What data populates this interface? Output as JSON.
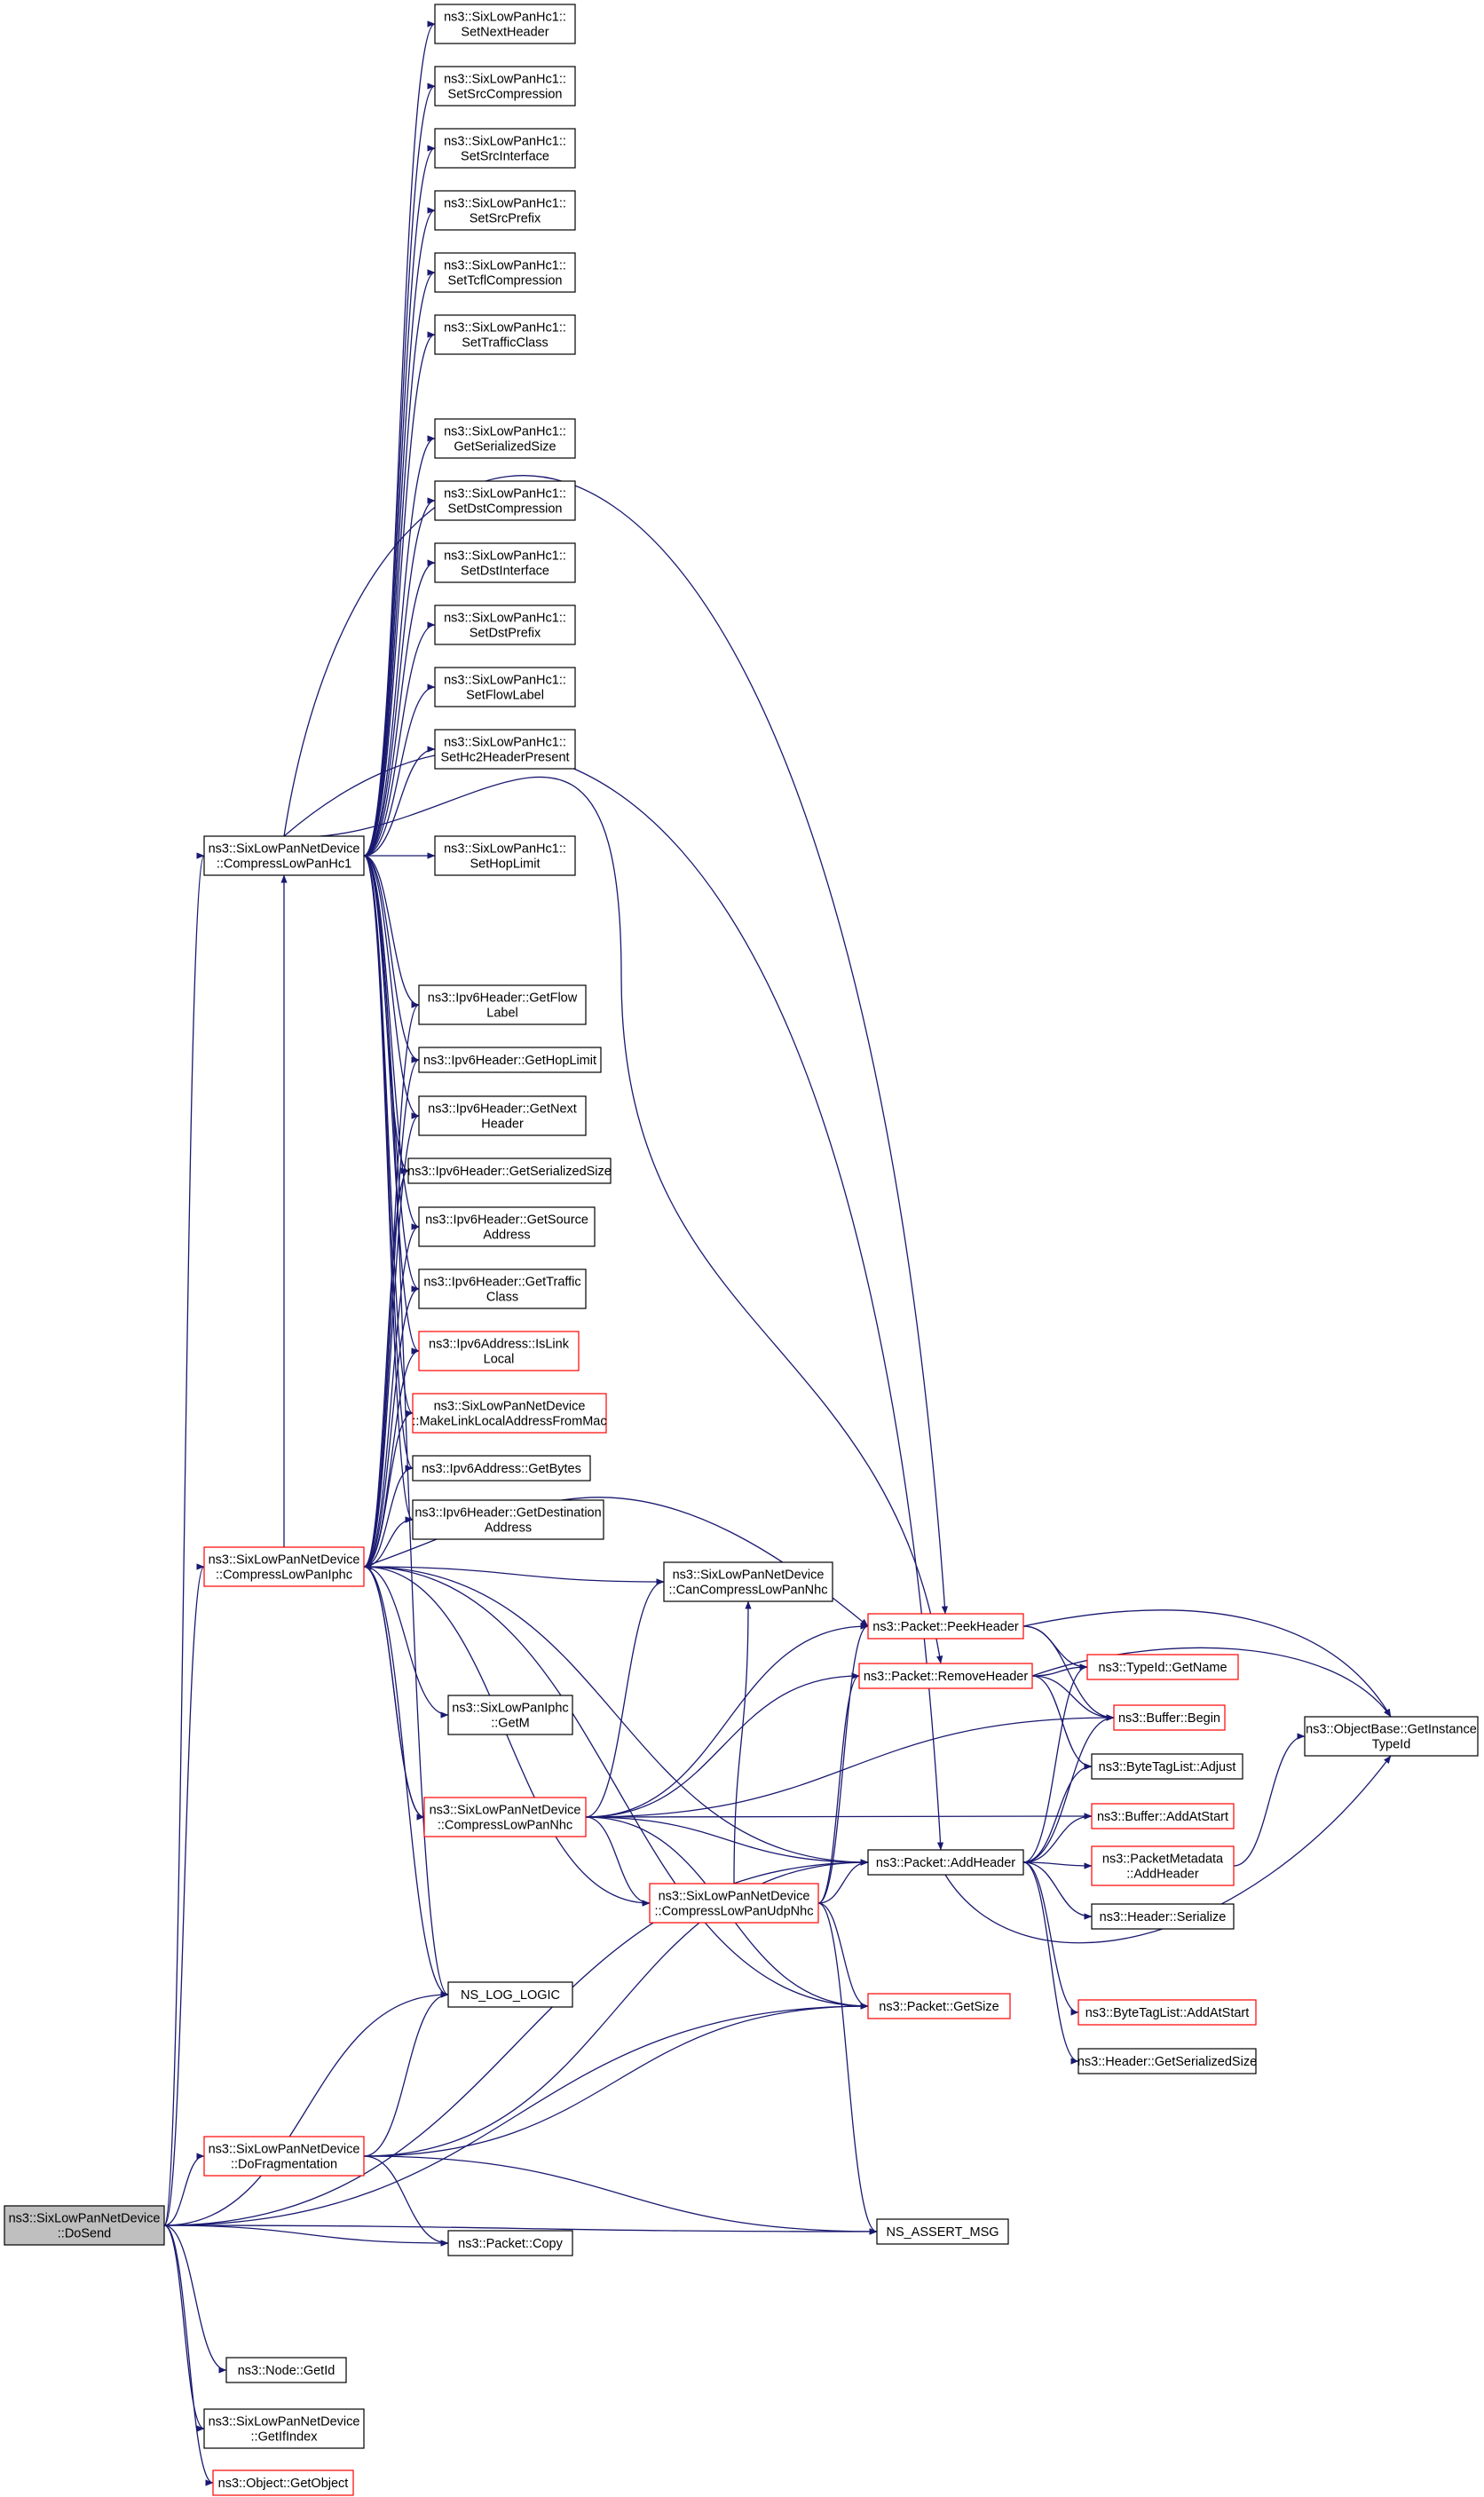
{
  "colors": {
    "edge": "#191970",
    "box_border": "#000000",
    "highlight_border": "#ff0000",
    "root_fill": "#bfbfbf",
    "box_fill": "#ffffff"
  },
  "nodes": [
    {
      "id": "dosend",
      "lines": [
        "ns3::SixLowPanNetDevice",
        "::DoSend"
      ],
      "style": "root"
    },
    {
      "id": "hc1",
      "lines": [
        "ns3::SixLowPanNetDevice",
        "::CompressLowPanHc1"
      ],
      "style": "normal"
    },
    {
      "id": "iphc",
      "lines": [
        "ns3::SixLowPanNetDevice",
        "::CompressLowPanIphc"
      ],
      "style": "red"
    },
    {
      "id": "nhc",
      "lines": [
        "ns3::SixLowPanNetDevice",
        "::CompressLowPanNhc"
      ],
      "style": "red"
    },
    {
      "id": "udpnhc",
      "lines": [
        "ns3::SixLowPanNetDevice",
        "::CompressLowPanUdpNhc"
      ],
      "style": "red"
    },
    {
      "id": "dofrag",
      "lines": [
        "ns3::SixLowPanNetDevice",
        "::DoFragmentation"
      ],
      "style": "red"
    },
    {
      "id": "getid",
      "lines": [
        "ns3::Node::GetId"
      ],
      "style": "normal"
    },
    {
      "id": "getifindex",
      "lines": [
        "ns3::SixLowPanNetDevice",
        "::GetIfIndex"
      ],
      "style": "normal"
    },
    {
      "id": "getobject",
      "lines": [
        "ns3::Object::GetObject"
      ],
      "style": "red"
    },
    {
      "id": "setnext",
      "lines": [
        "ns3::SixLowPanHc1::",
        "SetNextHeader"
      ],
      "style": "normal"
    },
    {
      "id": "setsrccomp",
      "lines": [
        "ns3::SixLowPanHc1::",
        "SetSrcCompression"
      ],
      "style": "normal"
    },
    {
      "id": "setsrcif",
      "lines": [
        "ns3::SixLowPanHc1::",
        "SetSrcInterface"
      ],
      "style": "normal"
    },
    {
      "id": "setsrcpre",
      "lines": [
        "ns3::SixLowPanHc1::",
        "SetSrcPrefix"
      ],
      "style": "normal"
    },
    {
      "id": "settcfl",
      "lines": [
        "ns3::SixLowPanHc1::",
        "SetTcflCompression"
      ],
      "style": "normal"
    },
    {
      "id": "settc",
      "lines": [
        "ns3::SixLowPanHc1::",
        "SetTrafficClass"
      ],
      "style": "normal"
    },
    {
      "id": "getserhc1",
      "lines": [
        "ns3::SixLowPanHc1::",
        "GetSerializedSize"
      ],
      "style": "normal"
    },
    {
      "id": "setdstcomp",
      "lines": [
        "ns3::SixLowPanHc1::",
        "SetDstCompression"
      ],
      "style": "normal"
    },
    {
      "id": "setdstif",
      "lines": [
        "ns3::SixLowPanHc1::",
        "SetDstInterface"
      ],
      "style": "normal"
    },
    {
      "id": "setdstpre",
      "lines": [
        "ns3::SixLowPanHc1::",
        "SetDstPrefix"
      ],
      "style": "normal"
    },
    {
      "id": "setflow",
      "lines": [
        "ns3::SixLowPanHc1::",
        "SetFlowLabel"
      ],
      "style": "normal"
    },
    {
      "id": "sethc2",
      "lines": [
        "ns3::SixLowPanHc1::",
        "SetHc2HeaderPresent"
      ],
      "style": "normal"
    },
    {
      "id": "sethop",
      "lines": [
        "ns3::SixLowPanHc1::",
        "SetHopLimit"
      ],
      "style": "normal"
    },
    {
      "id": "getflow",
      "lines": [
        "ns3::Ipv6Header::GetFlow",
        "Label"
      ],
      "style": "normal"
    },
    {
      "id": "gethop",
      "lines": [
        "ns3::Ipv6Header::GetHopLimit"
      ],
      "style": "normal"
    },
    {
      "id": "getnext",
      "lines": [
        "ns3::Ipv6Header::GetNext",
        "Header"
      ],
      "style": "normal"
    },
    {
      "id": "getserv6",
      "lines": [
        "ns3::Ipv6Header::GetSerializedSize"
      ],
      "style": "normal"
    },
    {
      "id": "getsrc",
      "lines": [
        "ns3::Ipv6Header::GetSource",
        "Address"
      ],
      "style": "normal"
    },
    {
      "id": "gettraffic",
      "lines": [
        "ns3::Ipv6Header::GetTraffic",
        "Class"
      ],
      "style": "normal"
    },
    {
      "id": "islink",
      "lines": [
        "ns3::Ipv6Address::IsLink",
        "Local"
      ],
      "style": "red"
    },
    {
      "id": "makelink",
      "lines": [
        "ns3::SixLowPanNetDevice",
        "::MakeLinkLocalAddressFromMac"
      ],
      "style": "red"
    },
    {
      "id": "getbytes",
      "lines": [
        "ns3::Ipv6Address::GetBytes"
      ],
      "style": "normal"
    },
    {
      "id": "getdst",
      "lines": [
        "ns3::Ipv6Header::GetDestination",
        "Address"
      ],
      "style": "normal"
    },
    {
      "id": "getm",
      "lines": [
        "ns3::SixLowPanIphc",
        "::GetM"
      ],
      "style": "normal"
    },
    {
      "id": "nslog",
      "lines": [
        "NS_LOG_LOGIC"
      ],
      "style": "normal"
    },
    {
      "id": "copy",
      "lines": [
        "ns3::Packet::Copy"
      ],
      "style": "normal"
    },
    {
      "id": "cancomp",
      "lines": [
        "ns3::SixLowPanNetDevice",
        "::CanCompressLowPanNhc"
      ],
      "style": "normal"
    },
    {
      "id": "peek",
      "lines": [
        "ns3::Packet::PeekHeader"
      ],
      "style": "red"
    },
    {
      "id": "remove",
      "lines": [
        "ns3::Packet::RemoveHeader"
      ],
      "style": "red"
    },
    {
      "id": "addheader",
      "lines": [
        "ns3::Packet::AddHeader"
      ],
      "style": "normal"
    },
    {
      "id": "getsize",
      "lines": [
        "ns3::Packet::GetSize"
      ],
      "style": "red"
    },
    {
      "id": "assert",
      "lines": [
        "NS_ASSERT_MSG"
      ],
      "style": "normal"
    },
    {
      "id": "typeid",
      "lines": [
        "ns3::TypeId::GetName"
      ],
      "style": "red"
    },
    {
      "id": "bufbegin",
      "lines": [
        "ns3::Buffer::Begin"
      ],
      "style": "red"
    },
    {
      "id": "adjust",
      "lines": [
        "ns3::ByteTagList::Adjust"
      ],
      "style": "normal"
    },
    {
      "id": "addatstart",
      "lines": [
        "ns3::Buffer::AddAtStart"
      ],
      "style": "red"
    },
    {
      "id": "pmaddheader",
      "lines": [
        "ns3::PacketMetadata",
        "::AddHeader"
      ],
      "style": "red"
    },
    {
      "id": "serialize",
      "lines": [
        "ns3::Header::Serialize"
      ],
      "style": "normal"
    },
    {
      "id": "btladdatstart",
      "lines": [
        "ns3::ByteTagList::AddAtStart"
      ],
      "style": "red"
    },
    {
      "id": "getserhdr",
      "lines": [
        "ns3::Header::GetSerializedSize"
      ],
      "style": "normal"
    },
    {
      "id": "objbase",
      "lines": [
        "ns3::ObjectBase::GetInstance",
        "TypeId"
      ],
      "style": "normal"
    }
  ]
}
